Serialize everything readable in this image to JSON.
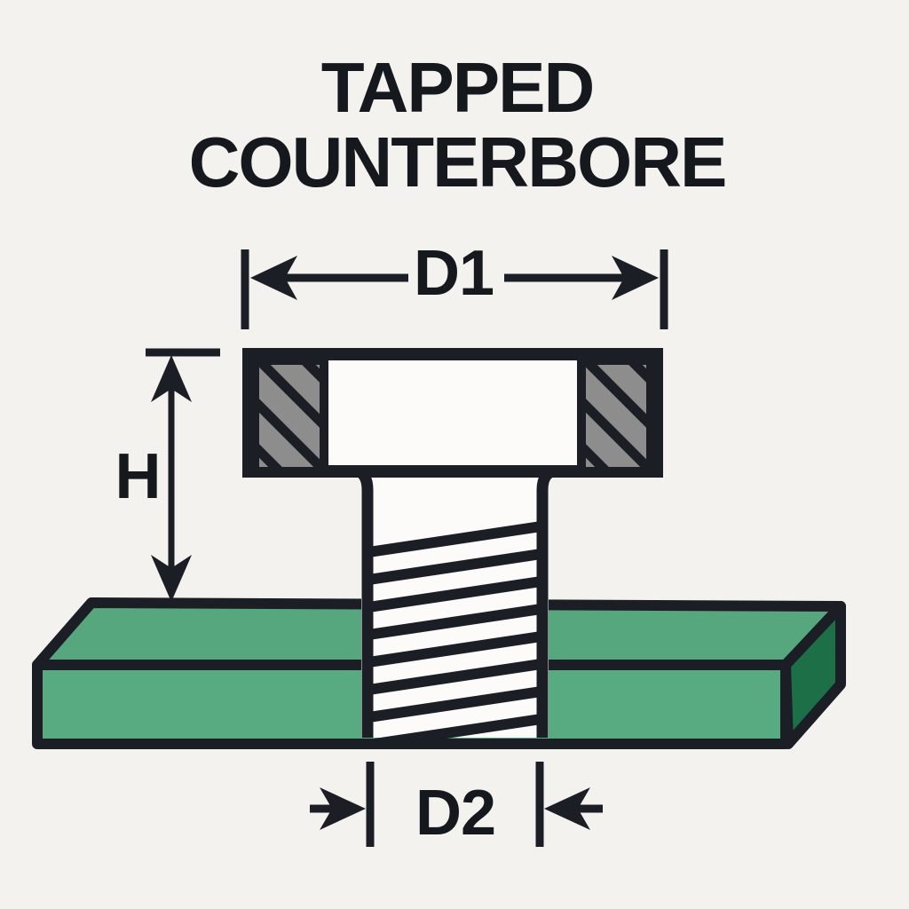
{
  "title": {
    "line1": "TAPPED",
    "line2": "COUNTERBORE"
  },
  "dimension_labels": {
    "counterbore_diameter": "D1",
    "counterbore_depth": "H",
    "tapped_hole_diameter": "D2"
  },
  "colors": {
    "background": "#f4f2ef",
    "line": "#1b1f25",
    "title_text": "#15181c",
    "plate_top_green": "#56a77e",
    "plate_front_green": "#58aa80",
    "plate_side_green": "#1d6f48",
    "hatch_gray": "#8d8d8d",
    "hole_white": "#fcfbf9"
  },
  "diagram": {
    "type": "engineering-cross-section",
    "subject": "tapped counterbore"
  }
}
